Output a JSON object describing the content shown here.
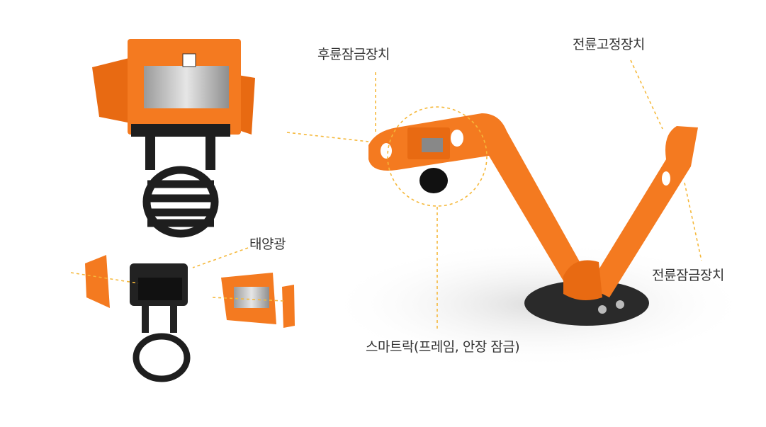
{
  "labels": {
    "rear_wheel_lock": "후륜잠금장치",
    "front_wheel_holder": "전륜고정장치",
    "solar": "태양광",
    "front_wheel_lock": "전륜잠금장치",
    "smart_lock": "스마트락(프레임, 안장 잠금)"
  },
  "colors": {
    "orange": "#F47A20",
    "callout": "#F5B83A",
    "dark": "#1E1E1E"
  }
}
